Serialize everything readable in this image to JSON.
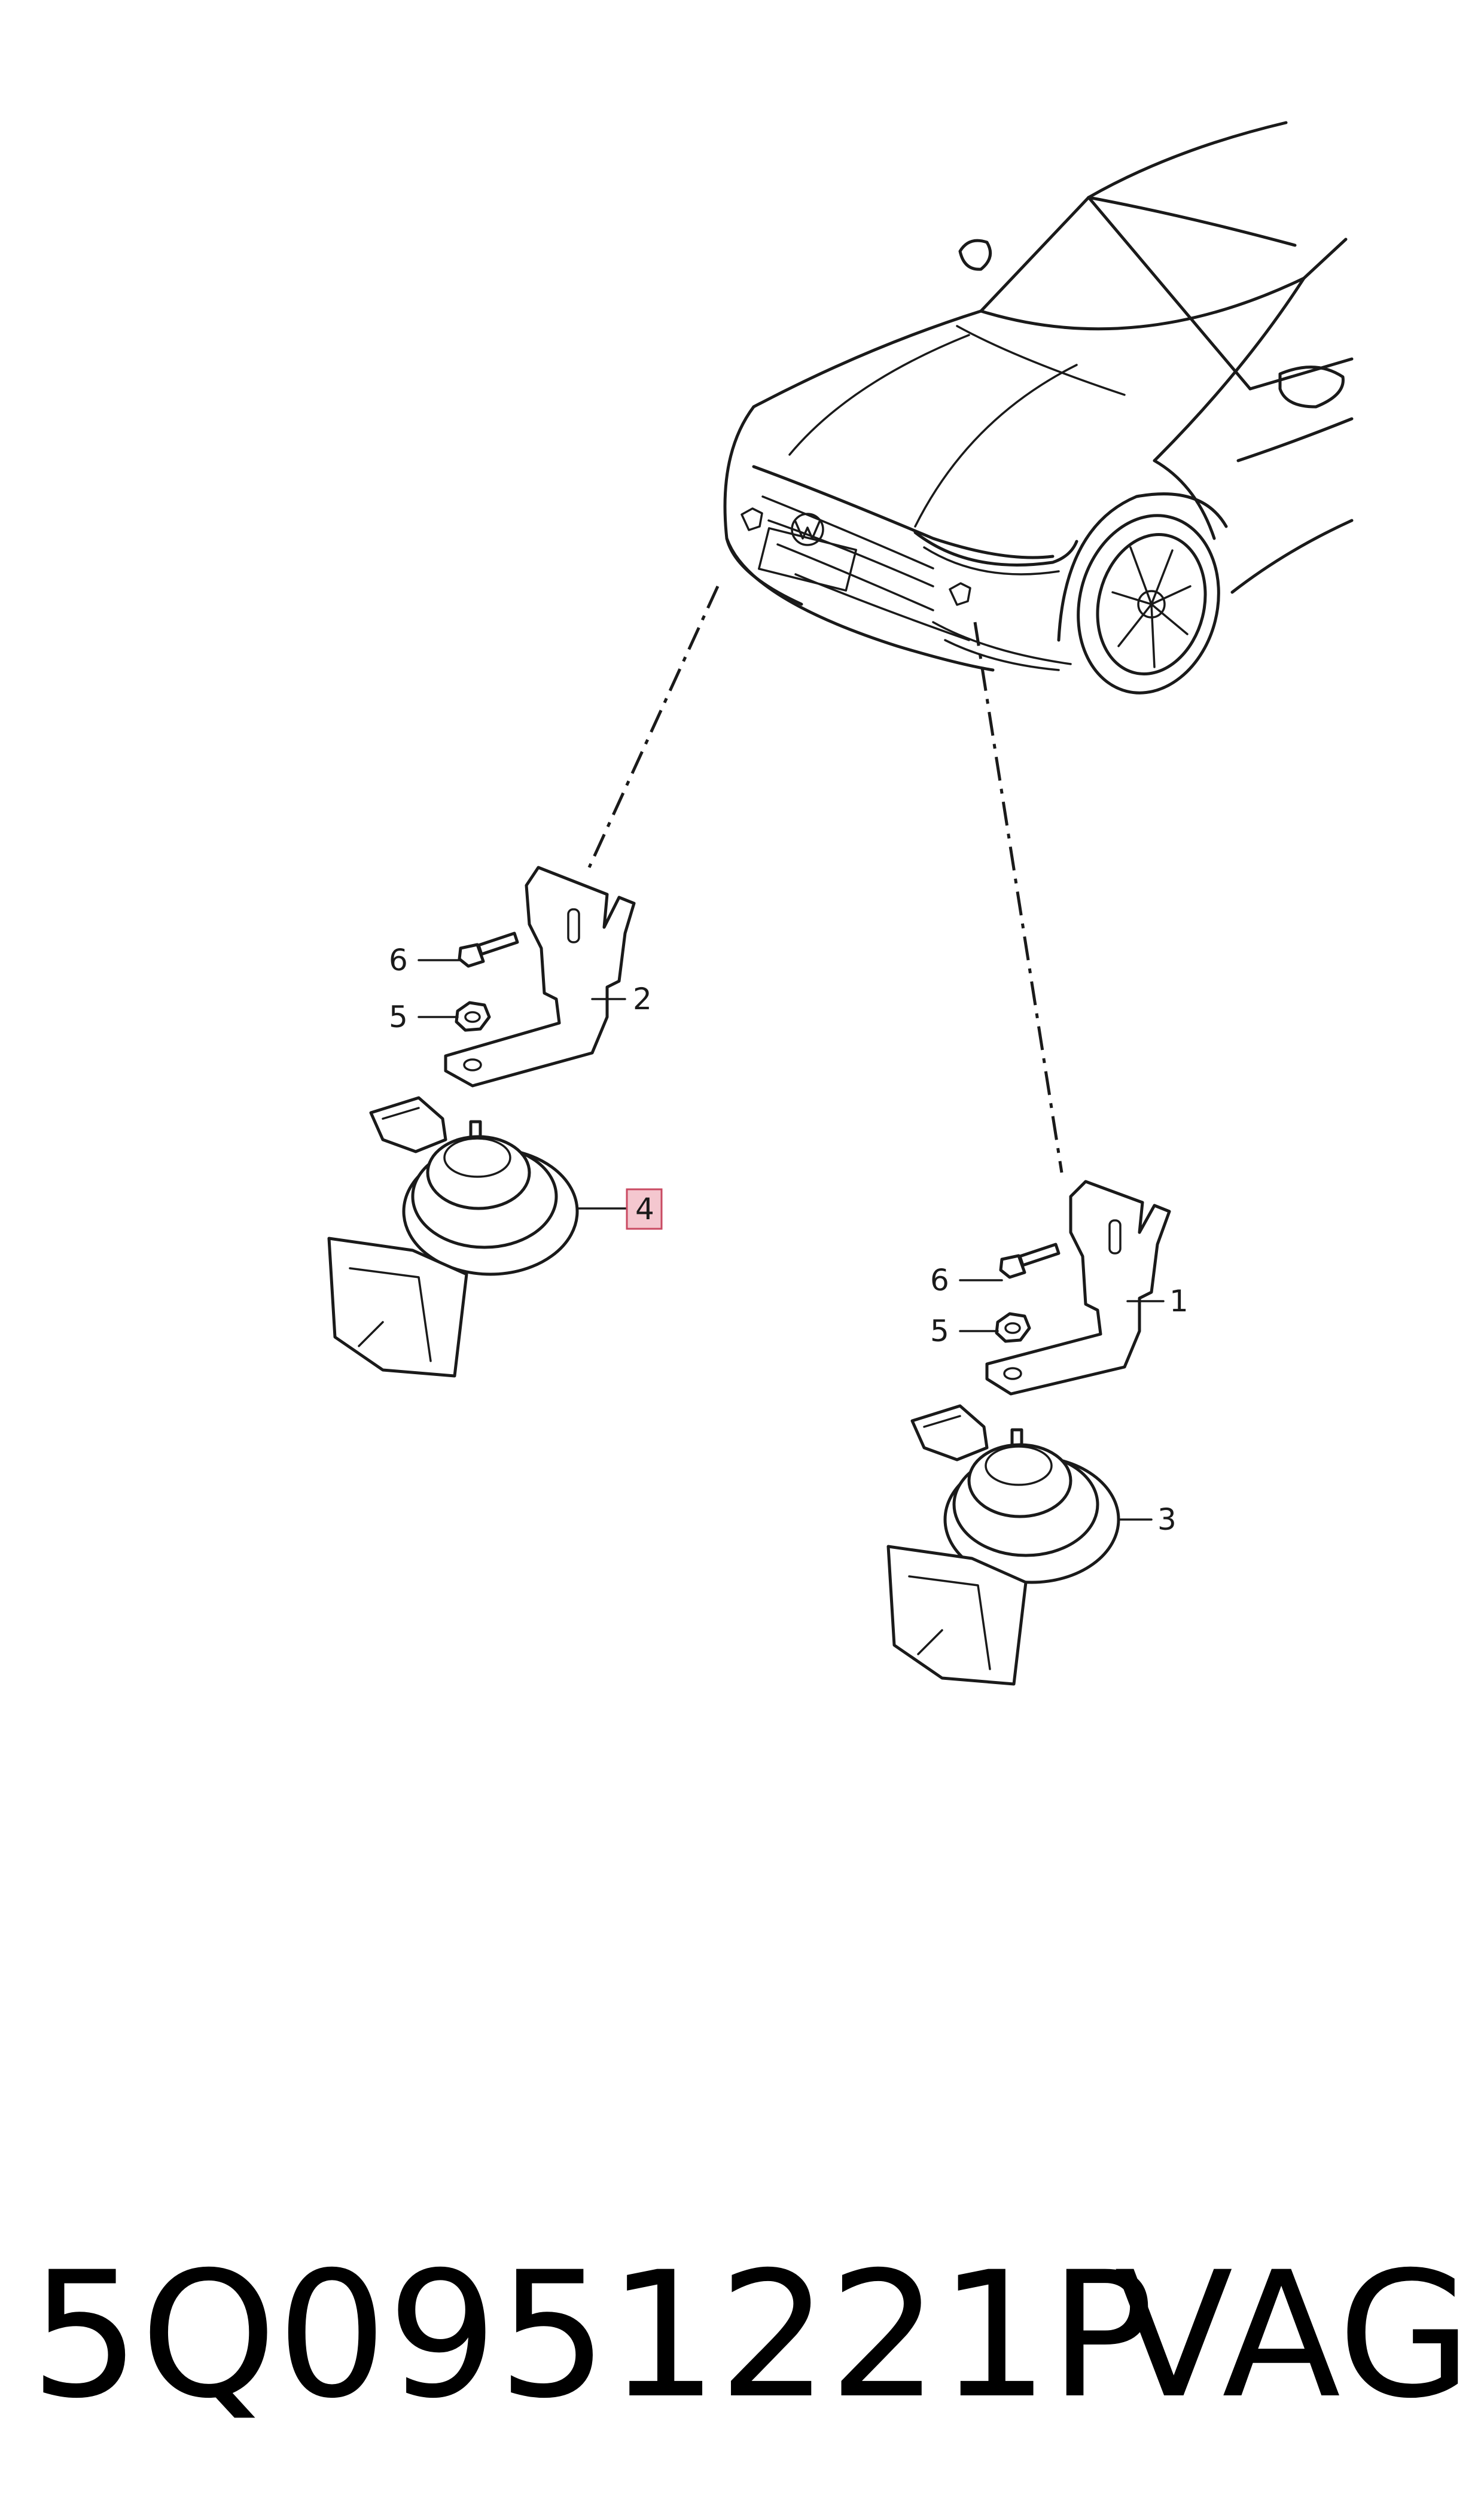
{
  "callouts": {
    "item1": "1",
    "item2": "2",
    "item3": "3",
    "item4": "4",
    "item5_left": "5",
    "item6_left": "6",
    "item5_right": "5",
    "item6_right": "6"
  },
  "highlight_color": "#f4c7cf",
  "line_color": "#1a1a1a",
  "footer": {
    "part_number": "5Q0951221P",
    "brand": "VAG"
  }
}
